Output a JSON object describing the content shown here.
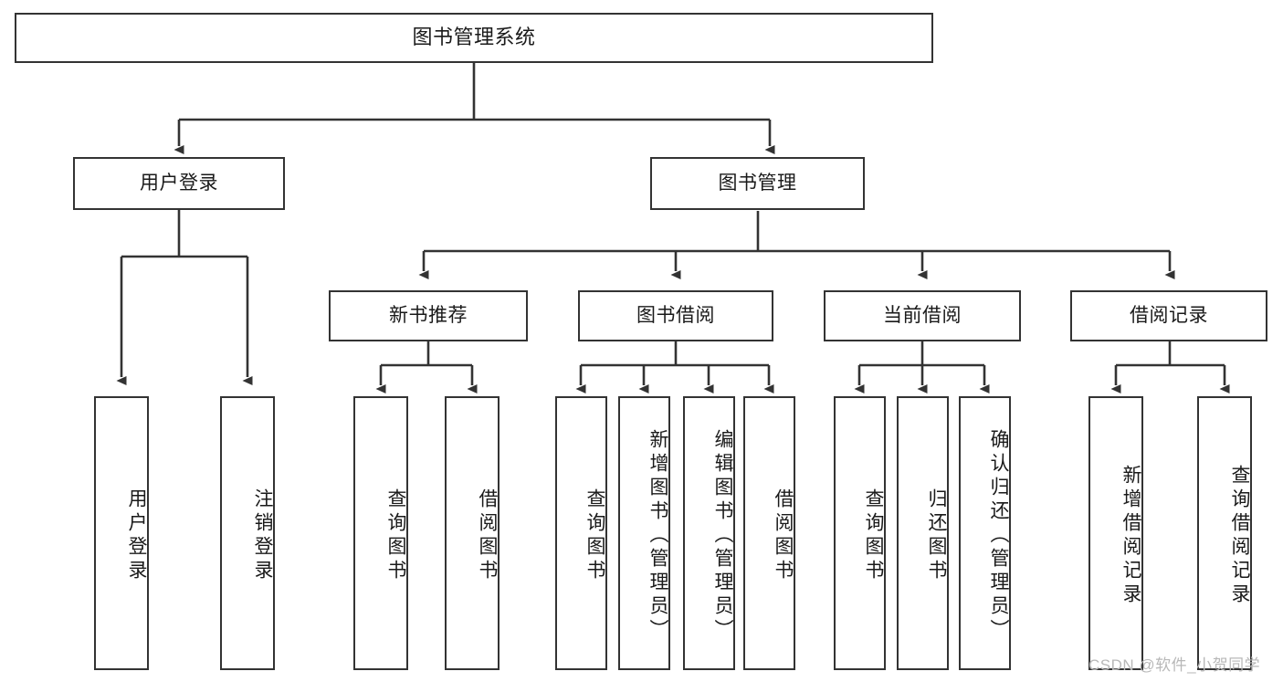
{
  "diagram": {
    "title": "图书管理系统",
    "watermark": "CSDN @软件_小贺同学",
    "colors": {
      "stroke": "#333333",
      "fill": "#ffffff",
      "text": "#1a1a1a",
      "watermark": "#b8b8b8"
    },
    "nodes": {
      "root": {
        "label": "图书管理系统"
      },
      "level2": [
        {
          "id": "user-login",
          "label": "用户登录"
        },
        {
          "id": "book-management",
          "label": "图书管理"
        }
      ],
      "level3": [
        {
          "id": "new-book-recommend",
          "label": "新书推荐"
        },
        {
          "id": "book-borrow",
          "label": "图书借阅"
        },
        {
          "id": "current-borrow",
          "label": "当前借阅"
        },
        {
          "id": "borrow-record",
          "label": "借阅记录"
        }
      ],
      "leaves": {
        "user-login": [
          {
            "id": "leaf-user-login",
            "label": "用户登录"
          },
          {
            "id": "leaf-logout",
            "label": "注销登录"
          }
        ],
        "new-book-recommend": [
          {
            "id": "leaf-query-book-1",
            "label": "查询图书"
          },
          {
            "id": "leaf-borrow-book-1",
            "label": "借阅图书"
          }
        ],
        "book-borrow": [
          {
            "id": "leaf-query-book-2",
            "label": "查询图书"
          },
          {
            "id": "leaf-add-book",
            "label": "新增图书（管理员）"
          },
          {
            "id": "leaf-edit-book",
            "label": "编辑图书（管理员）"
          },
          {
            "id": "leaf-borrow-book-2",
            "label": "借阅图书"
          }
        ],
        "current-borrow": [
          {
            "id": "leaf-query-book-3",
            "label": "查询图书"
          },
          {
            "id": "leaf-return-book",
            "label": "归还图书"
          },
          {
            "id": "leaf-confirm-return",
            "label": "确认归还（管理员）"
          }
        ],
        "borrow-record": [
          {
            "id": "leaf-add-record",
            "label": "新增借阅记录"
          },
          {
            "id": "leaf-query-record",
            "label": "查询借阅记录"
          }
        ]
      }
    }
  }
}
